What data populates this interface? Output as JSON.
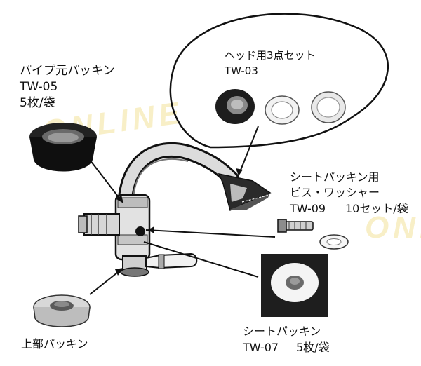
{
  "watermark": "ONLINE",
  "labels": {
    "pipe_packing": {
      "name": "パイプ元パッキン",
      "code": "TW-05",
      "qty": "5枚/袋"
    },
    "head_set": {
      "name": "ヘッド用3点セット",
      "code": "TW-03"
    },
    "seat_screw": {
      "name": "シートパッキン用",
      "sub": "ビス・ワッシャー",
      "code": "TW-09",
      "qty": "10セット/袋"
    },
    "seat_packing": {
      "name": "シートパッキン",
      "code": "TW-07",
      "qty": "5枚/袋"
    },
    "top_packing": {
      "name": "上部パッキン"
    }
  },
  "colors": {
    "ink": "#111111",
    "watermark": "#f3e29a",
    "paper": "#ffffff"
  }
}
